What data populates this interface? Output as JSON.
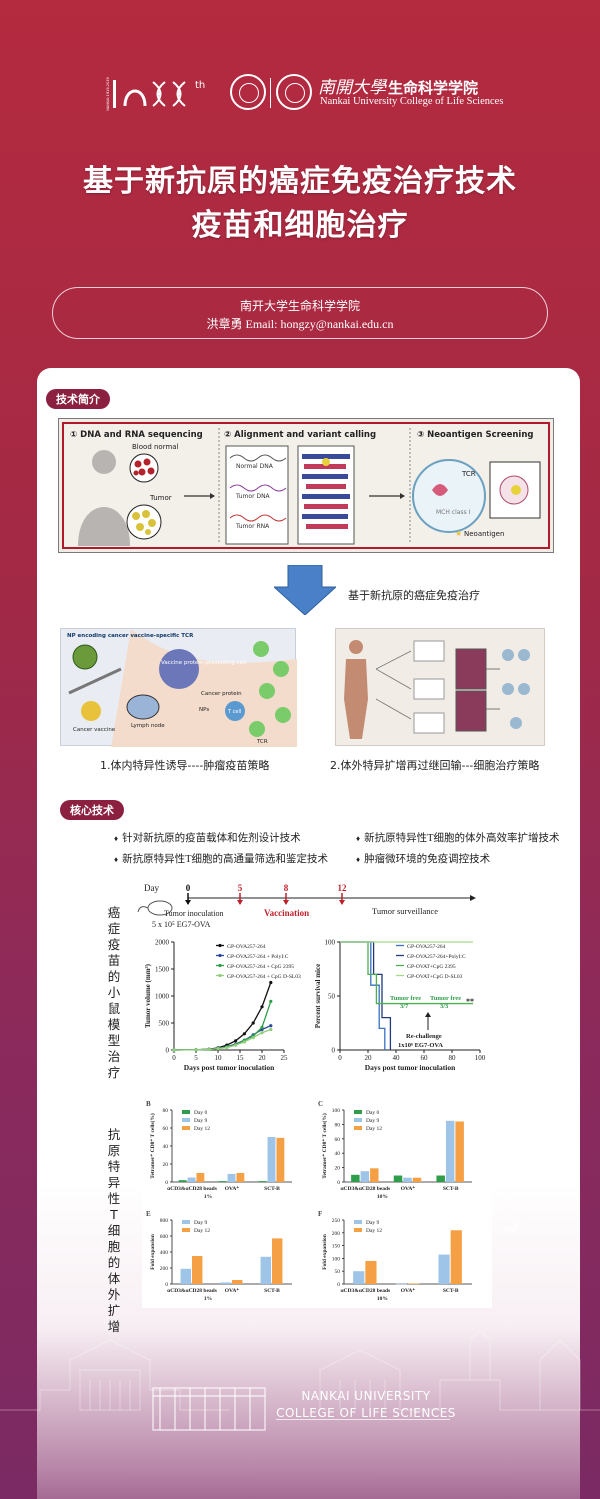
{
  "header": {
    "anniv_suffix": "th",
    "anniv_vertical_text": "NANKAI 1919-2019",
    "uni_cn": "南開大學",
    "school_cn": "生命科学学院",
    "uni_en": "Nankai University College of Life Sciences"
  },
  "title": {
    "line1": "基于新抗原的癌症免疫治疗技术",
    "line2": "疫苗和细胞治疗"
  },
  "author": {
    "affiliation": "南开大学生命科学学院",
    "contact": "洪章勇 Email: hongzy@nankai.edu.cn"
  },
  "sections": {
    "intro_tag": "技术简介",
    "core_tag": "核心技术"
  },
  "workflow": {
    "step1": "① DNA and RNA sequencing",
    "step2": "② Alignment and variant calling",
    "step3": "③ Neoantigen Screening",
    "blood_label": "Blood normal",
    "tumor_label": "Tumor",
    "normal_dna": "Normal DNA",
    "tumor_dna": "Tumor DNA",
    "tumor_rna": "Tumor RNA",
    "tcr": "TCR",
    "mhc": "MCH class I",
    "neoantigen": "Neoantigen"
  },
  "arrow_label": "基于新抗原的癌症免疫治疗",
  "left_fig": {
    "np_label": "NP encoding cancer vaccine-specific TCR",
    "vaccine_cell": "Vaccine protein-presenting cell",
    "cancer_vaccine": "Cancer vaccine",
    "lymph_node": "Lymph node",
    "cancer_protein": "Cancer protein",
    "nps": "NPs",
    "tcr": "TCR",
    "tcell": "T cell",
    "caption": "1.体内特异性诱导----肿瘤疫苗策略"
  },
  "right_fig": {
    "caption": "2.体外特异扩增再过继回输---细胞治疗策略"
  },
  "core_bullets": {
    "left": [
      "针对新抗原的疫苗载体和佐剂设计技术",
      "新抗原特异性T细胞的高通量筛选和鉴定技术"
    ],
    "right": [
      "新抗原特异性T细胞的体外高效率扩增技术",
      "肿瘤微环境的免疫调控技术"
    ]
  },
  "side_labels": {
    "mouse": "癌症疫苗的小鼠模型治疗",
    "tcell": "抗原特异性T细胞的体外扩增"
  },
  "timeline": {
    "day_label": "Day",
    "days": [
      "0",
      "5",
      "8",
      "12"
    ],
    "inoculation": "Tumor inoculation",
    "dose": "5 x 10⁵ EG7-OVA",
    "vaccination": "Vaccination",
    "surveillance": "Tumor surveillance"
  },
  "chart_data": [
    {
      "type": "line",
      "xlabel": "Days post tumor inoculation",
      "ylabel": "Tumor volume (mm³)",
      "xlim": [
        0,
        25
      ],
      "ylim": [
        0,
        2000
      ],
      "xticks": [
        "0",
        "5",
        "10",
        "15",
        "20",
        "25"
      ],
      "yticks": [
        "0",
        "500",
        "1000",
        "1500",
        "2000"
      ],
      "x": [
        0,
        5,
        8,
        10,
        12,
        14,
        16,
        18,
        20,
        22
      ],
      "series": [
        {
          "name": "GP-OVA257-264",
          "color": "#111111",
          "values": [
            0,
            5,
            15,
            40,
            90,
            170,
            300,
            500,
            800,
            1250
          ]
        },
        {
          "name": "GP-OVA257-264 + PolyI:C",
          "color": "#2c4a9a",
          "values": [
            0,
            5,
            12,
            30,
            60,
            110,
            180,
            280,
            380,
            450
          ]
        },
        {
          "name": "GP-OVA257-264 + CpG 2395",
          "color": "#2e9e4a",
          "values": [
            0,
            5,
            12,
            28,
            55,
            100,
            180,
            260,
            420,
            900
          ]
        },
        {
          "name": "GP-OVA257-264 + CpG D-SL03",
          "color": "#8fce7a",
          "values": [
            0,
            5,
            10,
            25,
            45,
            90,
            150,
            230,
            320,
            380
          ]
        }
      ]
    },
    {
      "type": "line",
      "xlabel": "Days post tumor inoculation",
      "ylabel": "Percent survival mice",
      "xlim": [
        0,
        100
      ],
      "ylim": [
        0,
        100
      ],
      "xticks": [
        "0",
        "20",
        "40",
        "60",
        "80",
        "100"
      ],
      "yticks": [
        "0",
        "50",
        "100"
      ],
      "series": [
        {
          "name": "GP-OVA257-264",
          "color": "#3a70c0"
        },
        {
          "name": "GP-OVA257-264+PolyI:C",
          "color": "#1e3a80"
        },
        {
          "name": "GP-OVAT+CpG 2395",
          "color": "#4caf50"
        },
        {
          "name": "GP-OVAT+CpG D-SL03",
          "color": "#a3d98a"
        }
      ],
      "annotations": {
        "tumor_free_1": "Tumor free",
        "tumor_free_1_val": "3/7",
        "tumor_free_2": "Tumor free",
        "tumor_free_2_val": "3/3",
        "rechallenge": "Re-challenge",
        "rechallenge_dose": "1x10⁶ EG7-OVA",
        "sig": "**"
      }
    },
    {
      "type": "bar",
      "panel": "B",
      "ylabel": "Tetramer⁺ CD8⁺ T cells(%)",
      "categories": [
        "αCD3&αCD28 beads",
        "OVA⁺",
        "SCT-B"
      ],
      "group_label": "1%",
      "ylim": [
        0,
        80
      ],
      "yticks": [
        "0",
        "20",
        "40",
        "60",
        "80"
      ],
      "series": [
        {
          "name": "Day 0",
          "color": "#2e9e4a",
          "values": [
            2,
            1,
            1
          ]
        },
        {
          "name": "Day 9",
          "color": "#9ec4e8",
          "values": [
            5,
            9,
            50
          ]
        },
        {
          "name": "Day 12",
          "color": "#f5a044",
          "values": [
            10,
            10,
            49
          ]
        }
      ]
    },
    {
      "type": "bar",
      "panel": "C",
      "ylabel": "Tetramer⁺ CD8⁺ T cells(%)",
      "categories": [
        "αCD3&αCD28 beads",
        "OVA⁺",
        "SCT-B"
      ],
      "group_label": "10%",
      "ylim": [
        0,
        100
      ],
      "yticks": [
        "0",
        "20",
        "40",
        "60",
        "80",
        "100"
      ],
      "series": [
        {
          "name": "Day 0",
          "color": "#2e9e4a",
          "values": [
            10,
            9,
            9
          ]
        },
        {
          "name": "Day 9",
          "color": "#9ec4e8",
          "values": [
            15,
            6,
            85
          ]
        },
        {
          "name": "Day 12",
          "color": "#f5a044",
          "values": [
            19,
            6,
            84
          ]
        }
      ]
    },
    {
      "type": "bar",
      "panel": "E",
      "ylabel": "Fold expansion",
      "categories": [
        "αCD3&αCD28 beads",
        "OVA⁺",
        "SCT-B"
      ],
      "group_label": "1%",
      "ylim": [
        0,
        800
      ],
      "yticks": [
        "0",
        "200",
        "400",
        "600",
        "800"
      ],
      "series": [
        {
          "name": "Day 9",
          "color": "#9ec4e8",
          "values": [
            190,
            20,
            340
          ]
        },
        {
          "name": "Day 12",
          "color": "#f5a044",
          "values": [
            350,
            50,
            570
          ]
        }
      ]
    },
    {
      "type": "bar",
      "panel": "F",
      "ylabel": "Fold expansion",
      "categories": [
        "αCD3&αCD28 beads",
        "OVA⁺",
        "SCT-B"
      ],
      "group_label": "10%",
      "ylim": [
        0,
        250
      ],
      "yticks": [
        "0",
        "50",
        "100",
        "150",
        "200",
        "250"
      ],
      "series": [
        {
          "name": "Day 9",
          "color": "#9ec4e8",
          "values": [
            50,
            1,
            115
          ]
        },
        {
          "name": "Day 12",
          "color": "#f5a044",
          "values": [
            90,
            2,
            210
          ]
        }
      ]
    }
  ],
  "footer": {
    "line1": "NANKAI UNIVERSITY",
    "line2": "COLLEGE OF LIFE SCIENCES"
  }
}
